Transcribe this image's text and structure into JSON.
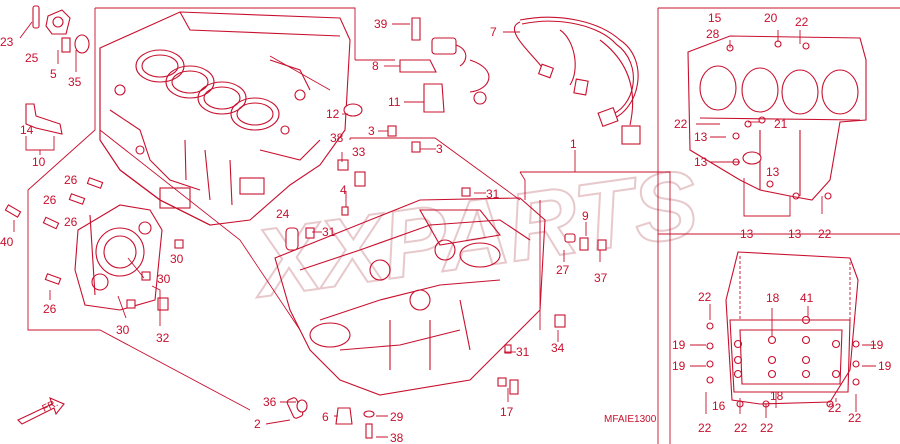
{
  "diagram": {
    "watermark": "XXPARTS",
    "code": "MFAIE1300",
    "arrow_label": "FR.",
    "callouts": [
      {
        "id": "c23",
        "text": "23"
      },
      {
        "id": "c25",
        "text": "25"
      },
      {
        "id": "c5",
        "text": "5"
      },
      {
        "id": "c35",
        "text": "35"
      },
      {
        "id": "c14",
        "text": "14"
      },
      {
        "id": "c10",
        "text": "10"
      },
      {
        "id": "c26a",
        "text": "26"
      },
      {
        "id": "c26b",
        "text": "26"
      },
      {
        "id": "c26c",
        "text": "26"
      },
      {
        "id": "c26d",
        "text": "26"
      },
      {
        "id": "c40",
        "text": "40"
      },
      {
        "id": "c30a",
        "text": "30"
      },
      {
        "id": "c30b",
        "text": "30"
      },
      {
        "id": "c30c",
        "text": "30"
      },
      {
        "id": "c32",
        "text": "32"
      },
      {
        "id": "c39",
        "text": "39"
      },
      {
        "id": "c8",
        "text": "8"
      },
      {
        "id": "c11",
        "text": "11"
      },
      {
        "id": "c12",
        "text": "12"
      },
      {
        "id": "c7",
        "text": "7"
      },
      {
        "id": "c3a",
        "text": "3"
      },
      {
        "id": "c3b",
        "text": "3"
      },
      {
        "id": "c38a",
        "text": "38"
      },
      {
        "id": "c33",
        "text": "33"
      },
      {
        "id": "c4",
        "text": "4"
      },
      {
        "id": "c1",
        "text": "1"
      },
      {
        "id": "c31a",
        "text": "31"
      },
      {
        "id": "c31b",
        "text": "31"
      },
      {
        "id": "c31c",
        "text": "31"
      },
      {
        "id": "c24",
        "text": "24"
      },
      {
        "id": "c9",
        "text": "9"
      },
      {
        "id": "c27",
        "text": "27"
      },
      {
        "id": "c37",
        "text": "37"
      },
      {
        "id": "c34",
        "text": "34"
      },
      {
        "id": "c36",
        "text": "36"
      },
      {
        "id": "c2",
        "text": "2"
      },
      {
        "id": "c6",
        "text": "6"
      },
      {
        "id": "c29",
        "text": "29"
      },
      {
        "id": "c38b",
        "text": "38"
      },
      {
        "id": "c17",
        "text": "17"
      },
      {
        "id": "c15",
        "text": "15"
      },
      {
        "id": "c28",
        "text": "28"
      },
      {
        "id": "c20",
        "text": "20"
      },
      {
        "id": "c22a",
        "text": "22"
      },
      {
        "id": "c22b",
        "text": "22"
      },
      {
        "id": "c21",
        "text": "21"
      },
      {
        "id": "c13a",
        "text": "13"
      },
      {
        "id": "c13b",
        "text": "13"
      },
      {
        "id": "c13c",
        "text": "13"
      },
      {
        "id": "c13d",
        "text": "13"
      },
      {
        "id": "c13e",
        "text": "13"
      },
      {
        "id": "c22c",
        "text": "22"
      },
      {
        "id": "c22d",
        "text": "22"
      },
      {
        "id": "c18a",
        "text": "18"
      },
      {
        "id": "c41",
        "text": "41"
      },
      {
        "id": "c19a",
        "text": "19"
      },
      {
        "id": "c19b",
        "text": "19"
      },
      {
        "id": "c19c",
        "text": "19"
      },
      {
        "id": "c19d",
        "text": "19"
      },
      {
        "id": "c18b",
        "text": "18"
      },
      {
        "id": "c16",
        "text": "16"
      },
      {
        "id": "c22e",
        "text": "22"
      },
      {
        "id": "c22f",
        "text": "22"
      },
      {
        "id": "c22g",
        "text": "22"
      },
      {
        "id": "c22h",
        "text": "22"
      },
      {
        "id": "c22i",
        "text": "22"
      }
    ]
  }
}
